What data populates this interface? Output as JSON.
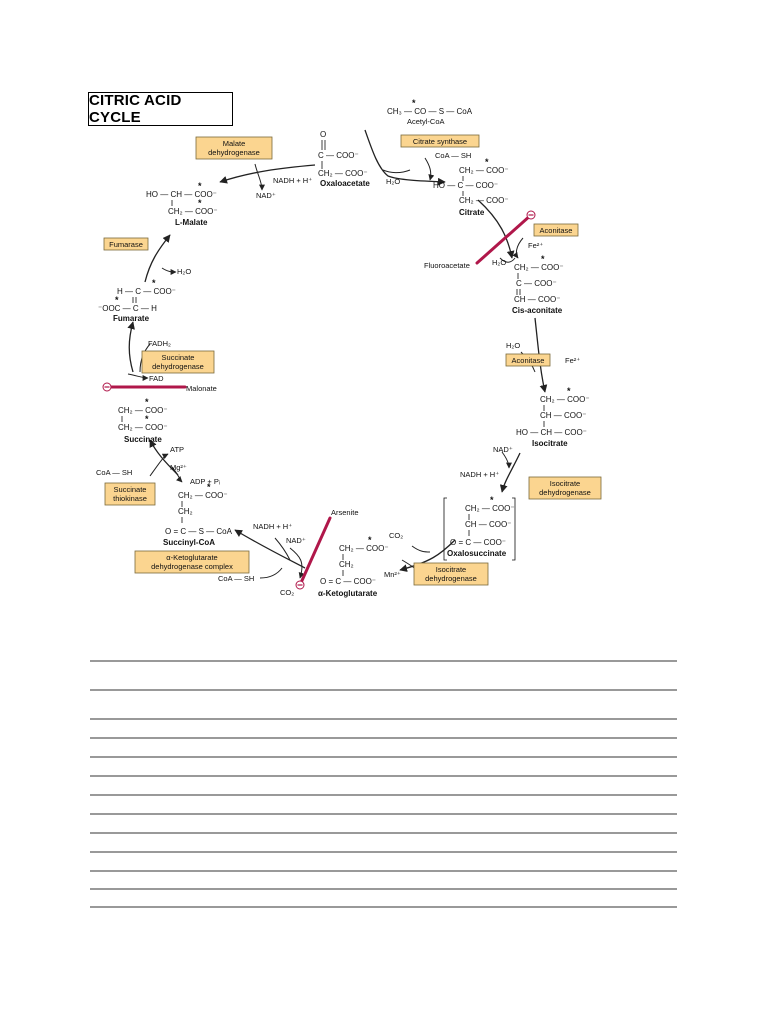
{
  "title": "CITRIC ACID CYCLE",
  "colors": {
    "enzyme_fill": "#fbd590",
    "enzyme_border": "#7a6a3a",
    "inhibitor_line": "#b0174a",
    "arrow": "#222222",
    "ruled_line": "#333333"
  },
  "enzymes": {
    "malate_dh": [
      "Malate",
      "dehydrogenase"
    ],
    "citrate_synthase": [
      "Citrate synthase"
    ],
    "fumarase": [
      "Fumarase"
    ],
    "aconitase1": [
      "Aconitase"
    ],
    "aconitase2": [
      "Aconitase"
    ],
    "succinate_dh": [
      "Succinate",
      "dehydrogenase"
    ],
    "isocitrate_dh1": [
      "Isocitrate",
      "dehydrogenase"
    ],
    "succinate_thiokinase": [
      "Succinate",
      "thiokinase"
    ],
    "akg_dh": [
      "α-Ketoglutarate",
      "dehydrogenase complex"
    ],
    "isocitrate_dh2": [
      "Isocitrate",
      "dehydrogenase"
    ]
  },
  "compounds": {
    "acetyl_coa": "Acetyl-CoA",
    "oxaloacetate": "Oxaloacetate",
    "citrate": "Citrate",
    "cis_aconitate": "Cis-aconitate",
    "isocitrate": "Isocitrate",
    "oxalosuccinate": "Oxalosuccinate",
    "a_ketoglutarate": "α-Ketoglutarate",
    "succinyl_coa": "Succinyl-CoA",
    "succinate": "Succinate",
    "fumarate": "Fumarate",
    "l_malate": "L-Malate"
  },
  "cofactors": {
    "nadh_h_1": "NADH + H⁺",
    "nad_1": "NAD⁺",
    "h2o_1": "H₂O",
    "coa_sh_1": "CoA — SH",
    "fe_1": "Fe²⁺",
    "h2o_2": "H₂O",
    "h2o_3": "H₂O",
    "fe_2": "Fe²⁺",
    "nad_2": "NAD⁺",
    "nadh_h_2": "NADH + H⁺",
    "co2_1": "CO₂",
    "mn": "Mn²⁺",
    "nadh_h_3": "NADH + H⁺",
    "nad_3": "NAD⁺",
    "coa_sh_2": "CoA — SH",
    "co2_2": "CO₂",
    "coa_sh_3": "CoA — SH",
    "atp": "ATP",
    "mg": "Mg²⁺",
    "adp_pi": "ADP + Pᵢ",
    "fadh2": "FADH₂",
    "fad": "FAD",
    "h2o_4": "H₂O"
  },
  "inhibitors": {
    "fluoroacetate": "Fluoroacetate",
    "malonate": "Malonate",
    "arsenite": "Arsenite",
    "minus": "⊖"
  }
}
